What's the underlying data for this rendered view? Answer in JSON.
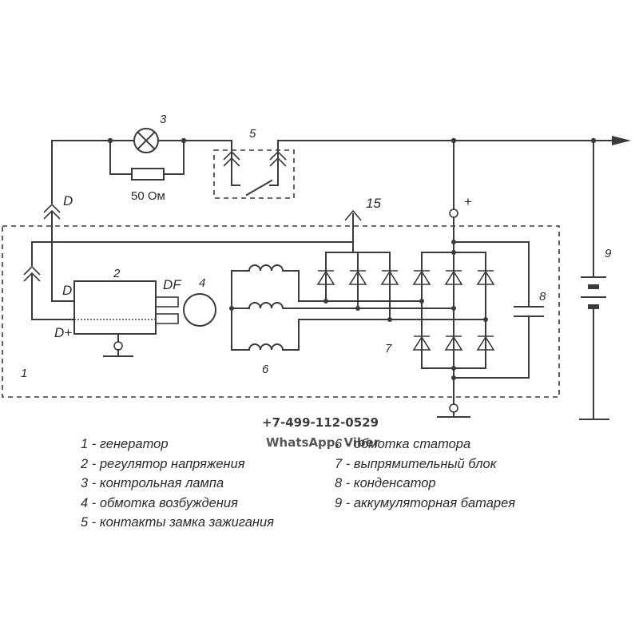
{
  "labels": {
    "lamp_num": "3",
    "resistor_value": "50 Ом",
    "switch_num": "5",
    "terminal_d_top": "D",
    "terminal_15": "15",
    "plus_sign": "+",
    "regulator_num": "2",
    "regulator_d": "D",
    "regulator_df": "DF",
    "regulator_dplus": "D+",
    "excitation_num": "4",
    "stator_num": "6",
    "rectifier_num": "7",
    "capacitor_num": "8",
    "battery_num": "9",
    "generator_num": "1"
  },
  "legend": {
    "left": [
      "1 - генератор",
      "2 - регулятор напряжения",
      "3 - контрольная лампа",
      "4 - обмотка возбуждения",
      "5 - контакты замка зажигания"
    ],
    "right": [
      "6 - обмотка статора",
      "7 - выпрямительный блок",
      "8 - конденсатор",
      "9 - аккумуляторная батарея"
    ]
  },
  "watermark": {
    "phone": "+7-499-112-0529",
    "apps": "WhatsApp, Viber"
  }
}
